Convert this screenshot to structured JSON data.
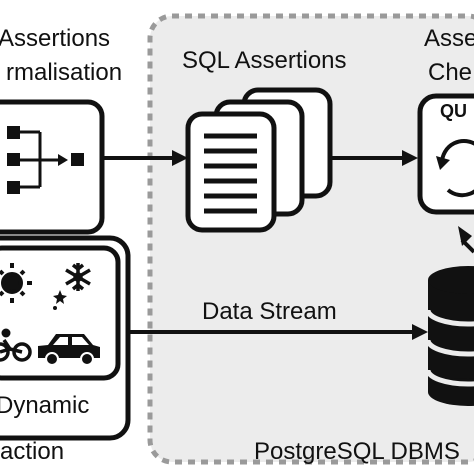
{
  "labels": {
    "assertions_line1": "Assertions",
    "assertions_line2": "rmalisation",
    "sql_assertions": "SQL Assertions",
    "checker_line1": "Asse",
    "checker_line2": "Che",
    "checker_box_text": "QU",
    "data_stream": "Data Stream",
    "dynamic": "Dynamic",
    "action": "action",
    "dbms": "PostgreSQL DBMS"
  },
  "icons": {
    "formalisation": "flowchart-icon",
    "sql_docs": "document-stack-icon",
    "checker": "refresh-cycle-icon",
    "weather": [
      "sun-icon",
      "snowflake-icon",
      "moon-stars-icon"
    ],
    "traffic": [
      "cyclist-icon",
      "car-icon"
    ],
    "database": "database-cylinder-icon"
  },
  "colors": {
    "ink": "#111111",
    "dashed_border": "#9a9a9a",
    "dbms_fill": "#ececec"
  }
}
